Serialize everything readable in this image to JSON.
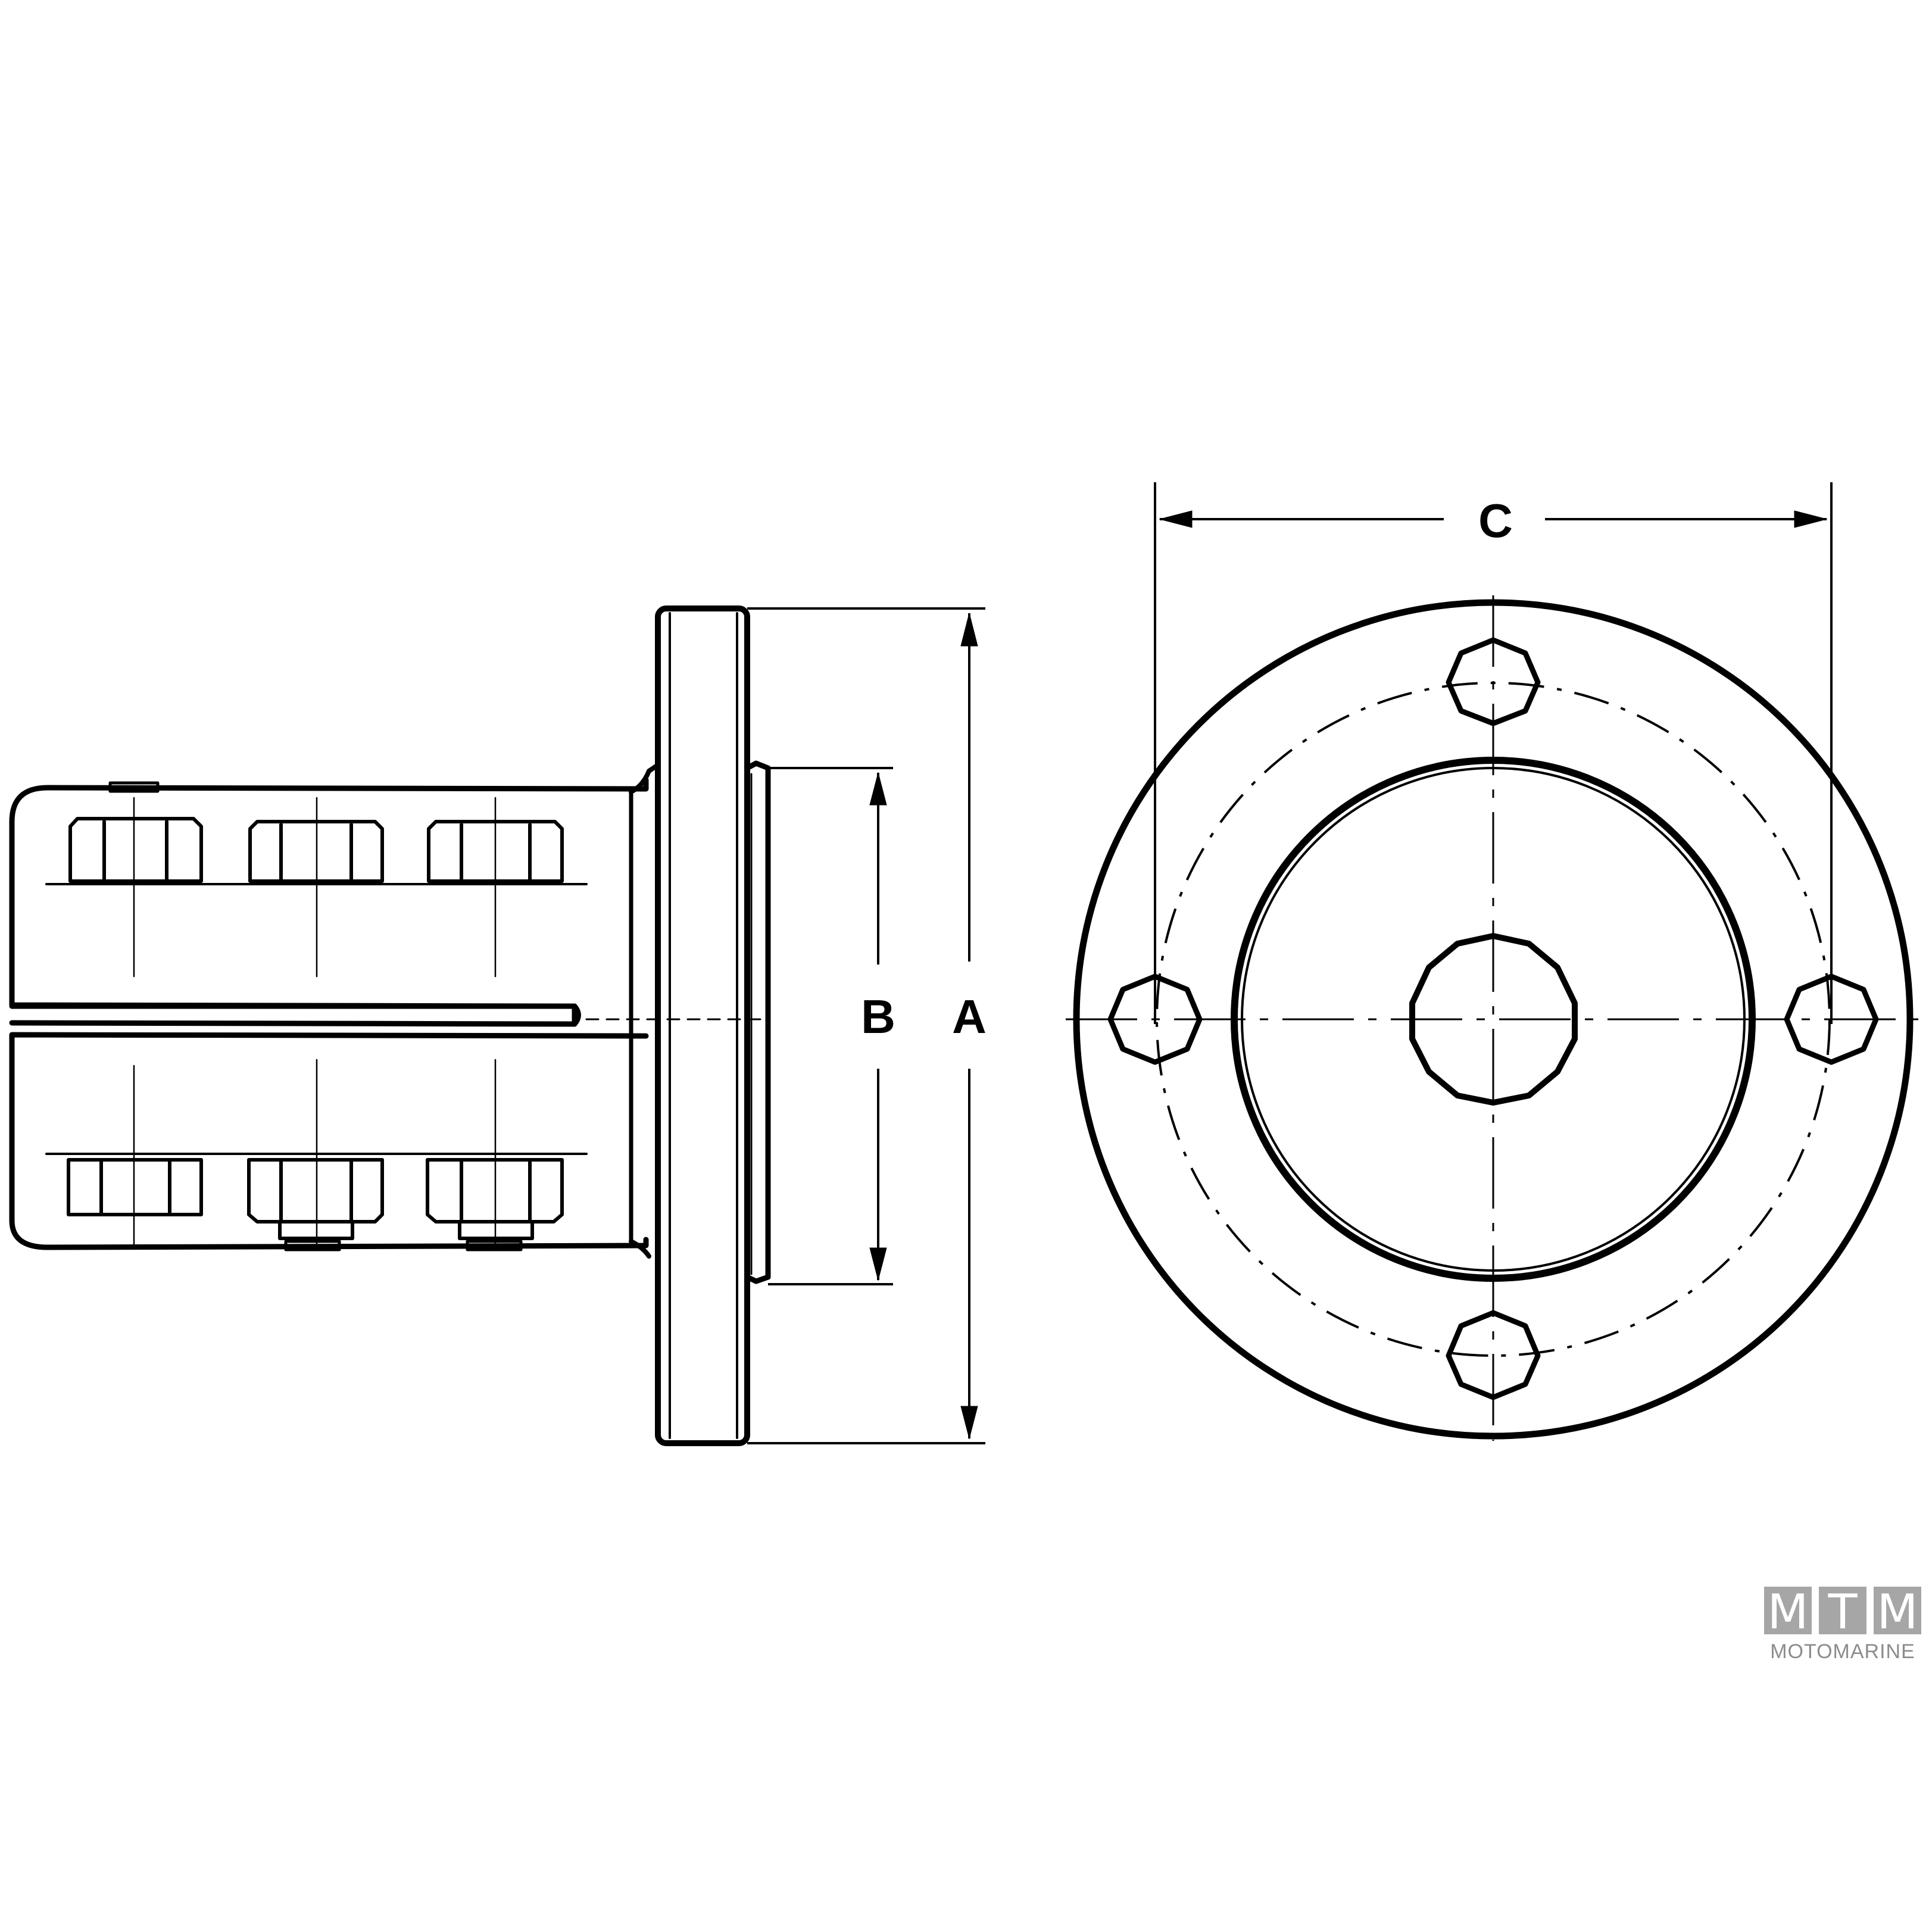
{
  "dimensions": {
    "a_label": "A",
    "b_label": "B",
    "c_label": "C"
  },
  "logo": {
    "letters": [
      "M",
      "T",
      "M"
    ],
    "subtitle": "MOTOMARINE",
    "box_color": "#a6a6a6",
    "text_color": "#8c8c8c"
  },
  "colors": {
    "line": "#000000",
    "background": "#ffffff"
  }
}
